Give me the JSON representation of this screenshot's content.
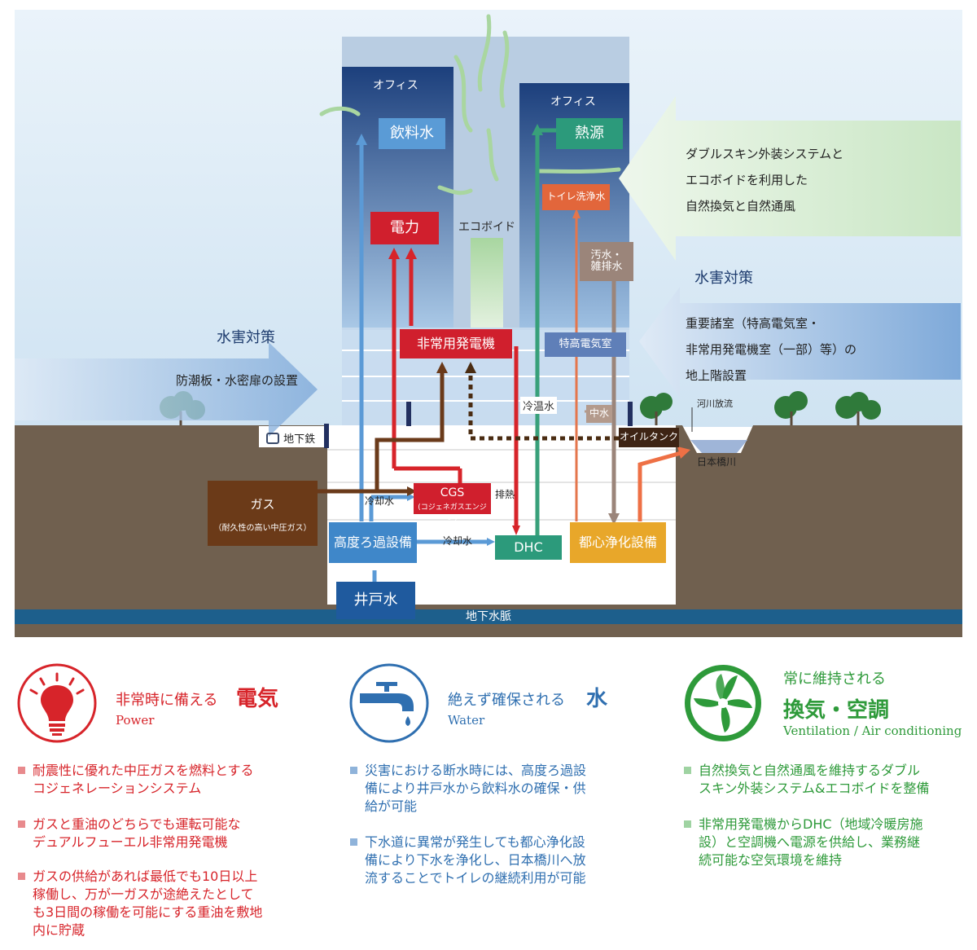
{
  "diagram": {
    "office_left": "オフィス",
    "office_right": "オフィス",
    "drinking_water": "飲料水",
    "heat_source": "熱源",
    "toilet_water": "トイレ洗浄水",
    "power": "電力",
    "eco_void": "エコボイド",
    "sewage": "汚水・\n雑排水",
    "emergency_gen": "非常用発電機",
    "high_voltage_room": "特高電気室",
    "cold_hot_water": "冷温水",
    "middle_water": "中水",
    "oil_tank": "オイルタンク",
    "subway": "地下鉄",
    "gas_title": "ガス",
    "gas_sub": "（耐久性の高い中圧ガス）",
    "cooling_water_1": "冷却水",
    "cgs_title": "CGS",
    "cgs_sub": "(コジェネガスエンジン)",
    "exhaust_heat": "排熱",
    "filtration": "高度ろ過設備",
    "cooling_water_2": "冷却水",
    "dhc": "DHC",
    "purification": "都心浄化設備",
    "well_water": "井戸水",
    "groundwater": "地下水脈",
    "river_discharge": "河川放流",
    "nihonbashi_river": "日本橋川",
    "flood_left_title": "水害対策",
    "flood_left_text": "防潮板・水密扉の設置",
    "flood_right_title": "水害対策",
    "flood_right_text": "重要諸室（特高電気室・\n非常用発電機室（一部）等）の\n地上階設置",
    "double_skin_text": "ダブルスキン外装システムと\nエコボイドを利用した\n自然換気と自然通風"
  },
  "columns": [
    {
      "title_small": "非常時に備える",
      "title_big": "電気",
      "title_en": "Power",
      "color": "#d7242a",
      "icon": "light-bulb-icon",
      "bullets": [
        "耐震性に優れた中圧ガスを燃料とする\nコジェネレーションシステム",
        "ガスと重油のどちらでも運転可能な\nデュアルフューエル非常用発電機",
        "ガスの供給があれば最低でも10日以上\n稼働し、万が一ガスが途絶えたとして\nも3日間の稼働を可能にする重油を敷地\n内に貯蔵"
      ]
    },
    {
      "title_small": "絶えず確保される",
      "title_big": "水",
      "title_en": "Water",
      "color": "#2f6fb0",
      "icon": "water-faucet-icon",
      "bullets": [
        "災害における断水時には、高度ろ過設\n備により井戸水から飲料水の確保・供\n給が可能",
        "下水道に異常が発生しても都心浄化設\n備により下水を浄化し、日本橋川へ放\n流することでトイレの継続利用が可能"
      ]
    },
    {
      "title_small": "常に維持される",
      "title_big": "換気・空調",
      "title_en": "Ventilation / Air conditioning",
      "color": "#2e9a3a",
      "icon": "fan-icon",
      "bullets": [
        "自然換気と自然通風を維持するダブル\nスキン外装システム&エコボイドを整備",
        "非常用発電機からDHC（地域冷暖房施\n設）と空調機へ電源を供給し、業務継\n続可能な空気環境を維持"
      ]
    }
  ]
}
